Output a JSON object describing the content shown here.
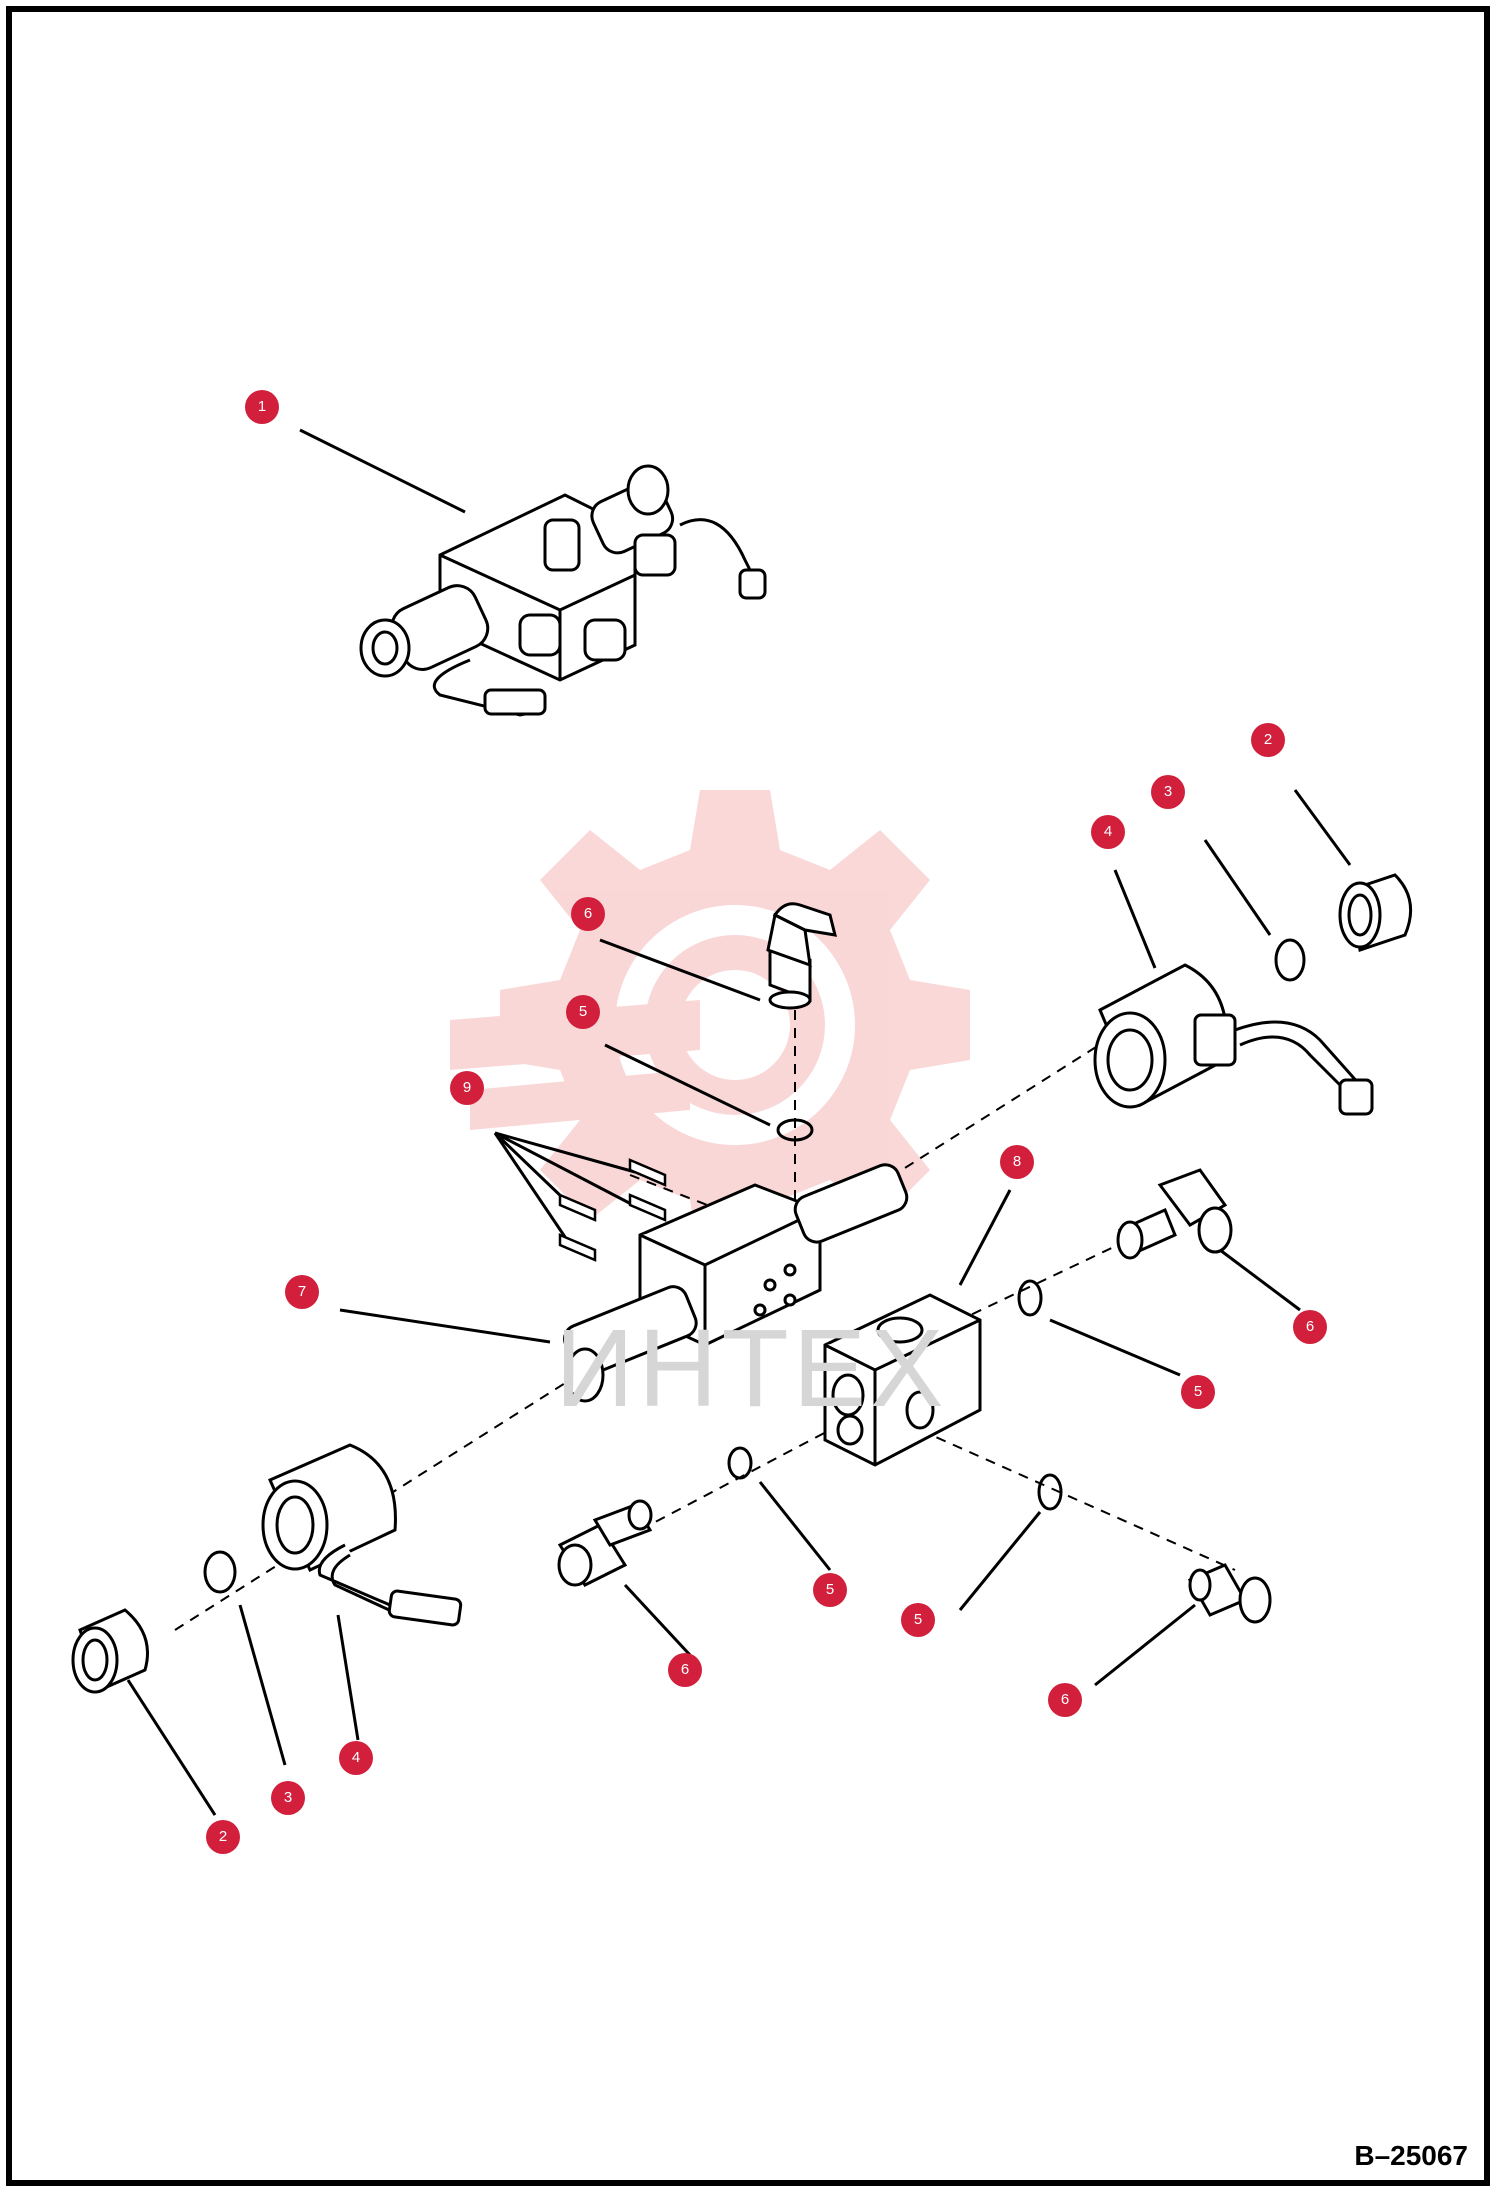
{
  "drawing_number": "B–25067",
  "watermark_text": "ИНТЕХ",
  "colors": {
    "callout": "#d21f3c",
    "watermark": "#f5b8b8",
    "watermark_text": "#d6d6d6",
    "line": "#000000"
  },
  "callouts": [
    {
      "label": "1",
      "id": "c1"
    },
    {
      "label": "2",
      "id": "c2a"
    },
    {
      "label": "3",
      "id": "c3a"
    },
    {
      "label": "4",
      "id": "c4a"
    },
    {
      "label": "6",
      "id": "c6a"
    },
    {
      "label": "5",
      "id": "c5a"
    },
    {
      "label": "9",
      "id": "c9"
    },
    {
      "label": "8",
      "id": "c8"
    },
    {
      "label": "7",
      "id": "c7"
    },
    {
      "label": "6",
      "id": "c6b"
    },
    {
      "label": "5",
      "id": "c5b"
    },
    {
      "label": "5",
      "id": "c5c"
    },
    {
      "label": "5",
      "id": "c5d"
    },
    {
      "label": "6",
      "id": "c6c"
    },
    {
      "label": "6",
      "id": "c6d"
    },
    {
      "label": "4",
      "id": "c4b"
    },
    {
      "label": "3",
      "id": "c3b"
    },
    {
      "label": "2",
      "id": "c2b"
    }
  ]
}
